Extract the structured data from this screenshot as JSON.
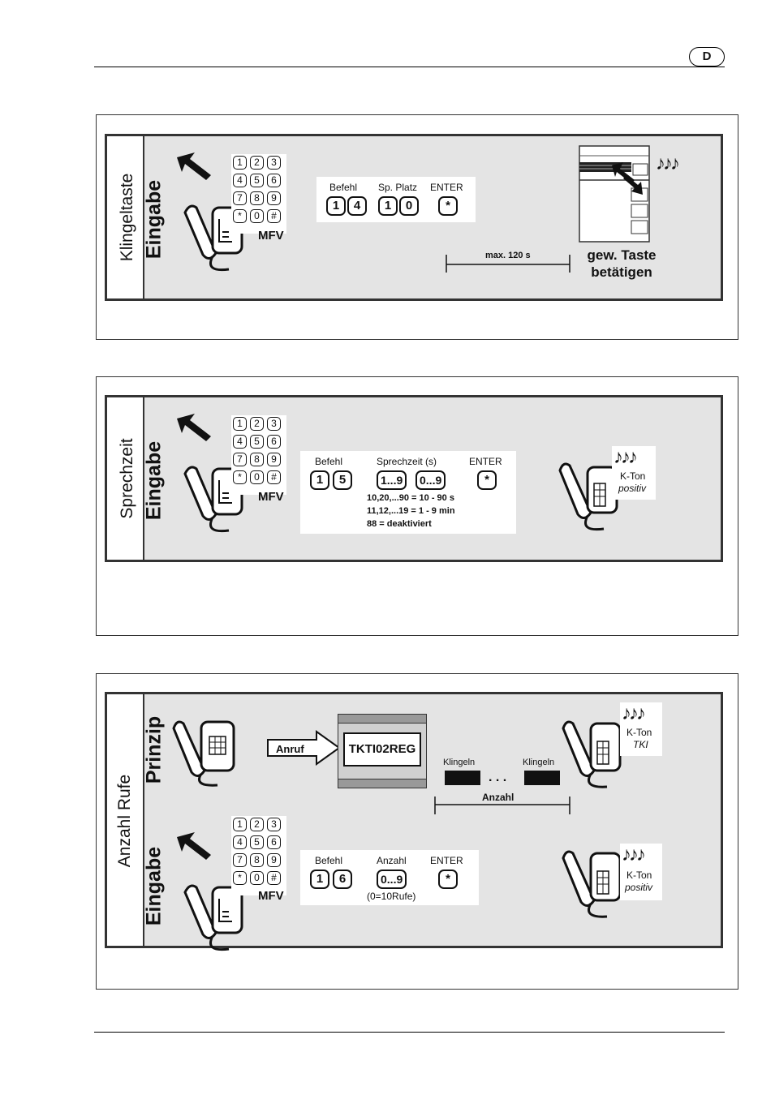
{
  "page": {
    "lang_badge": "D"
  },
  "keypad": {
    "keys": [
      "1",
      "2",
      "3",
      "4",
      "5",
      "6",
      "7",
      "8",
      "9",
      "*",
      "0",
      "#"
    ],
    "label": "MFV"
  },
  "section1": {
    "side_title": "Klingeltaste",
    "mode": "Eingabe",
    "labels": {
      "befehl": "Befehl",
      "platz": "Sp. Platz",
      "enter": "ENTER"
    },
    "keys": {
      "b1": "1",
      "b2": "4",
      "p1": "1",
      "p2": "0",
      "enter": "*"
    },
    "timer": "max. 120 s",
    "action_line1": "gew. Taste",
    "action_line2": "betätigen",
    "music": "♪♪♪"
  },
  "section2": {
    "side_title": "Sprechzeit",
    "mode": "Eingabe",
    "labels": {
      "befehl": "Befehl",
      "sprechzeit": "Sprechzeit (s)",
      "enter": "ENTER"
    },
    "keys": {
      "b1": "1",
      "b2": "5",
      "s1": "1...9",
      "s2": "0...9",
      "enter": "*"
    },
    "notes": [
      "10,20,...90 = 10 - 90 s",
      "11,12,...19 = 1 - 9 min",
      "88 = deaktiviert"
    ],
    "kton": "K-Ton",
    "kton_sub": "positiv",
    "music": "♪♪♪"
  },
  "section3": {
    "side_title": "Anzahl Rufe",
    "mode_top": "Prinzip",
    "mode_bottom": "Eingabe",
    "anruf": "Anruf",
    "device": "TKTI02REG",
    "klingeln1": "Klingeln",
    "klingeln2": "Klingeln",
    "dots": ". . .",
    "anzahl_span": "Anzahl",
    "kton_top": "K-Ton",
    "kton_top_sub": "TKI",
    "labels": {
      "befehl": "Befehl",
      "anzahl": "Anzahl",
      "enter": "ENTER"
    },
    "keys": {
      "b1": "1",
      "b2": "6",
      "a1": "0...9",
      "enter": "*"
    },
    "note": "(0=10Rufe)",
    "kton_bottom": "K-Ton",
    "kton_bottom_sub": "positiv",
    "music": "♪♪♪"
  },
  "colors": {
    "panel": "#e4e4e4",
    "border": "#333333"
  }
}
